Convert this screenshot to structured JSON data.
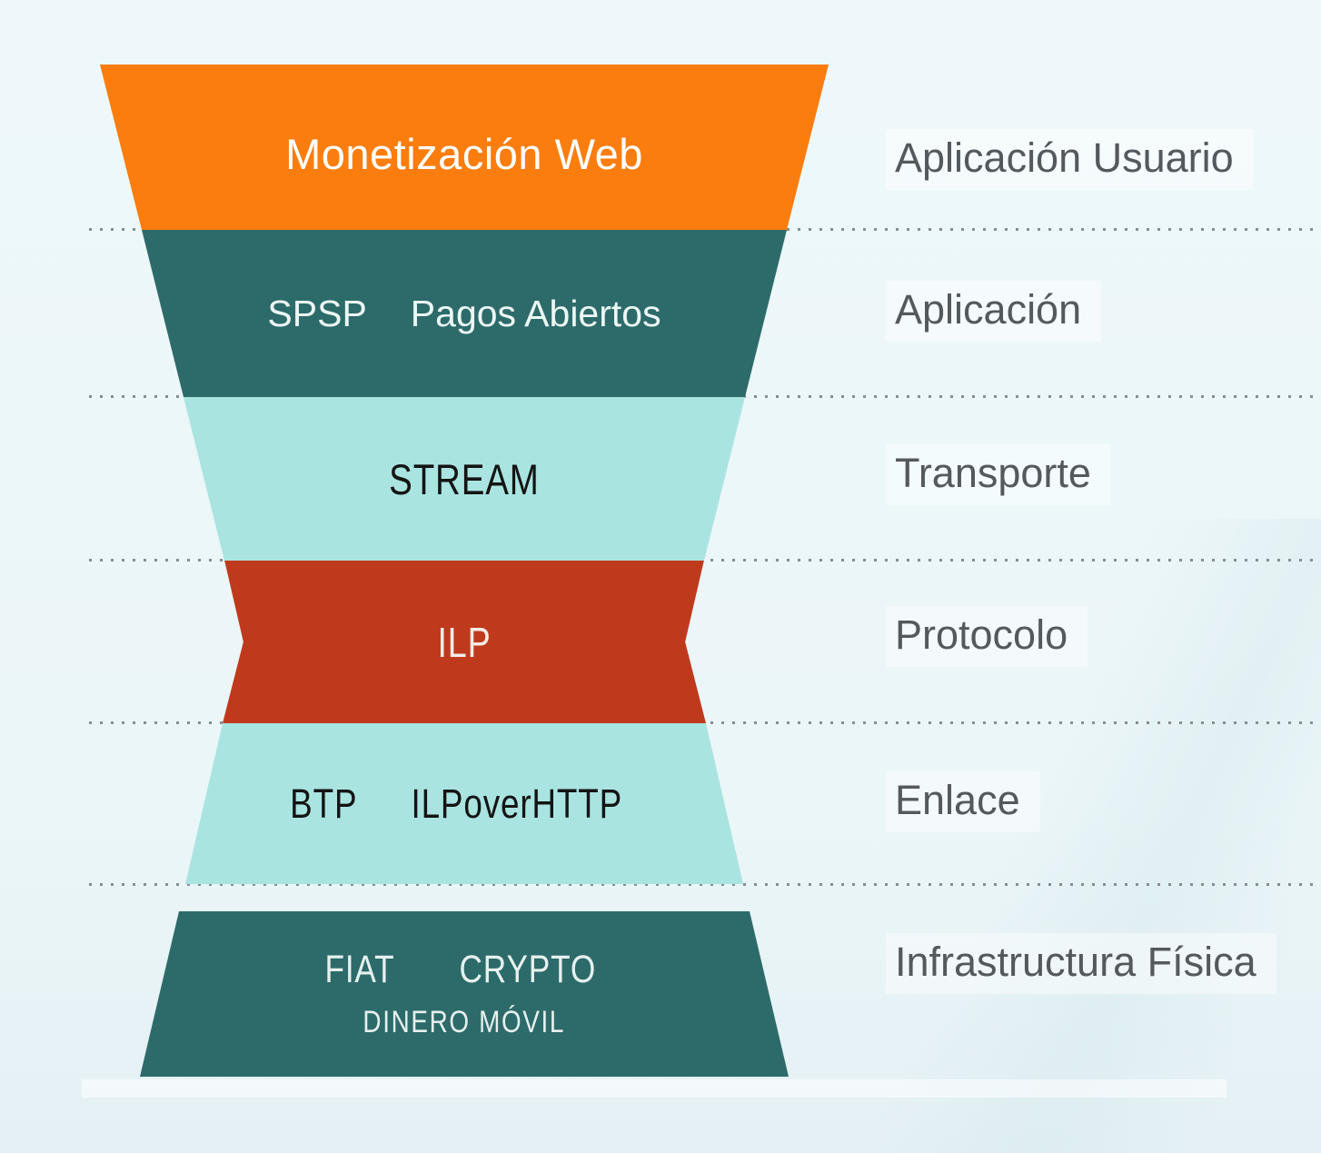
{
  "diagram": {
    "description": "Interledger protocol stack hourglass diagram (Spanish)",
    "layers": [
      {
        "name": "Monetización Web",
        "label": "Aplicación Usuario"
      },
      {
        "words": [
          "SPSP",
          "Pagos Abiertos"
        ],
        "label": "Aplicación"
      },
      {
        "name": "STREAM",
        "label": "Transporte"
      },
      {
        "name": "ILP",
        "label": "Protocolo"
      },
      {
        "words": [
          "BTP",
          "ILPoverHTTP"
        ],
        "label": "Enlace"
      },
      {
        "words": [
          "FIAT",
          "CRYPTO"
        ],
        "line2": "DINERO MÓVIL",
        "label": "Infrastructura Física"
      }
    ],
    "colors": {
      "orange": "#fb7d0e",
      "teal_dark": "#2d6b6a",
      "teal_light": "#a9e4e1",
      "red": "#bf3a1d",
      "label_text": "#54595d",
      "divider_dots": "#888d92",
      "background": "#edf7f9"
    }
  }
}
